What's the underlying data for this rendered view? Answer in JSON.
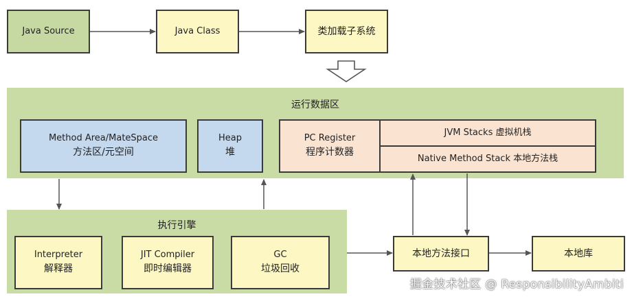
{
  "top_row": {
    "java_source": "Java Source",
    "java_class": "Java Class",
    "class_loader": "类加载子系统"
  },
  "runtime_area": {
    "title": "运行数据区",
    "method_area": {
      "line1": "Method Area/MateSpace",
      "line2": "方法区/元空间"
    },
    "heap": {
      "line1": "Heap",
      "line2": "堆"
    },
    "pc_register": {
      "line1": "PC Register",
      "line2": "程序计数器"
    },
    "jvm_stacks": "JVM Stacks 虚拟机栈",
    "native_stack": "Native Method Stack 本地方法栈"
  },
  "execution_engine": {
    "title": "执行引擎",
    "interpreter": {
      "line1": "Interpreter",
      "line2": "解释器"
    },
    "jit": {
      "line1": "JIT Compiler",
      "line2": "即时编辑器"
    },
    "gc": {
      "line1": "GC",
      "line2": "垃圾回收"
    }
  },
  "native_interface": "本地方法接口",
  "native_library": "本地库",
  "watermark": "掘金技术社区 @ ResponsibilityAmbiti",
  "colors": {
    "green": "#c6d9a2",
    "yellow": "#fdf7c3",
    "blue": "#c4d8ee",
    "peach": "#fbe3d1",
    "region": "#c9dca5"
  }
}
